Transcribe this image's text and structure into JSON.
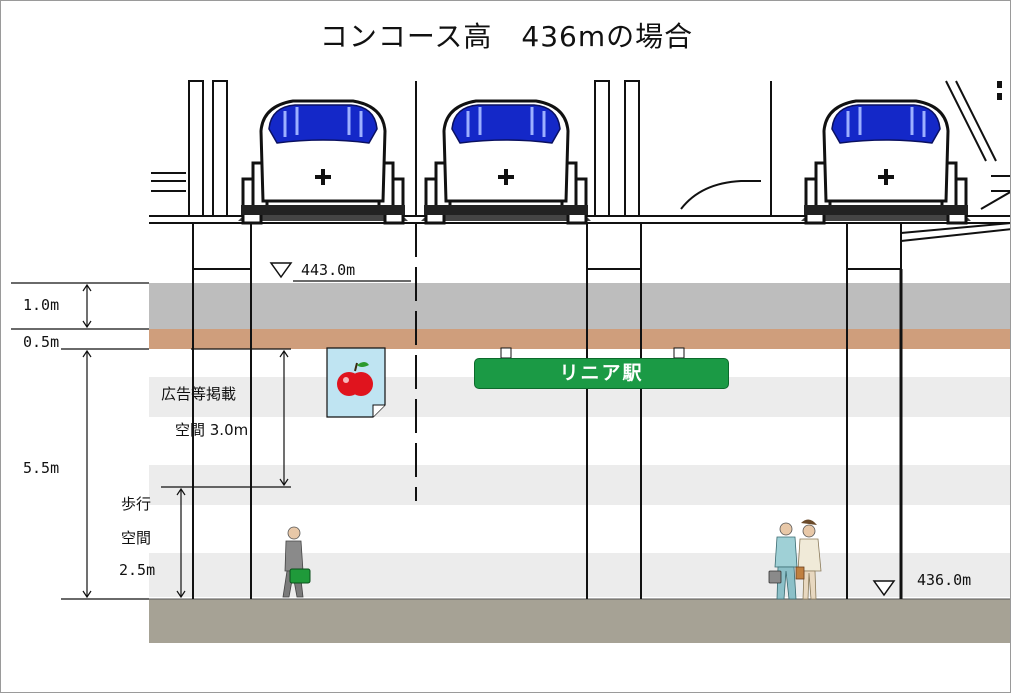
{
  "title": "コンコース高　436mの場合",
  "elevations": {
    "upper": "443.0m",
    "lower": "436.0m"
  },
  "dimensions": {
    "slab": "1.0m",
    "finish": "0.5m",
    "concourse": "5.5m"
  },
  "zones": {
    "ad_space_line1": "広告等掲載",
    "ad_space_line2": "空間 3.0m",
    "walk_line1": "歩行",
    "walk_line2": "空間",
    "walk_line3": "2.5m"
  },
  "station_sign": "リニア駅",
  "colors": {
    "slab": "#bdbdbd",
    "finish": "#cf9e7c",
    "floor": "#a6a295",
    "sign": "#1b9a45",
    "train_blue": "#1428c8"
  },
  "icons": {
    "trains": [
      "train-icon",
      "train-icon",
      "train-icon"
    ],
    "poster": "apple-poster-icon",
    "people": [
      "businessman-icon",
      "business-couple-icon"
    ]
  }
}
